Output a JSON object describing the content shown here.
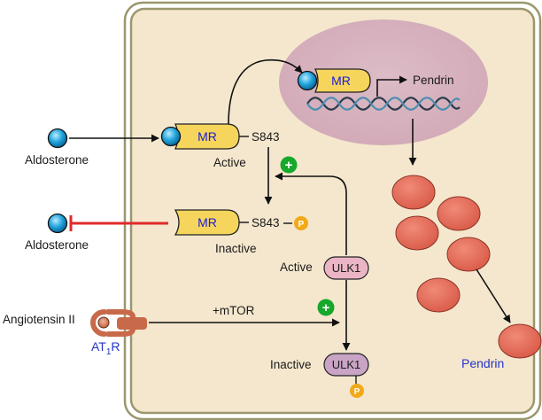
{
  "labels": {
    "aldosterone_top": "Aldosterone",
    "aldosterone_bottom": "Aldosterone",
    "angiotensin": "Angiotensin II",
    "at1r_main": "AT",
    "at1r_sub": "1",
    "at1r_end": "R",
    "mtor": "+mTOR",
    "mr_nucleus": "MR",
    "mr_active": "MR",
    "mr_inactive": "MR",
    "s843_active": "S843",
    "s843_inactive": "S843",
    "active": "Active",
    "inactive": "Inactive",
    "pendrin_gene": "Pendrin",
    "pendrin_protein": "Pendrin",
    "ulk1_active_state": "Active",
    "ulk1_active": "ULK1",
    "ulk1_inactive_state": "Inactive",
    "ulk1_inactive": "ULK1",
    "p_mr": "P",
    "p_ulk1": "P",
    "plus_top": "+",
    "plus_bottom": "+"
  },
  "colors": {
    "cell_fill": "#f4e7cd",
    "cell_border": "#97946a",
    "nucleus": "#d6b1bd",
    "mr_fill": "#f5d55c",
    "aldosterone": "#22a4dd",
    "phospho": "#f2a818",
    "plus": "#16a82a",
    "inhibit": "#e02a2a",
    "pendrin_vesicle": "#e56a58",
    "ulk1_active": "#ebb5c6",
    "ulk1_inactive": "#c9a4c5",
    "receptor": "#c8694a"
  }
}
